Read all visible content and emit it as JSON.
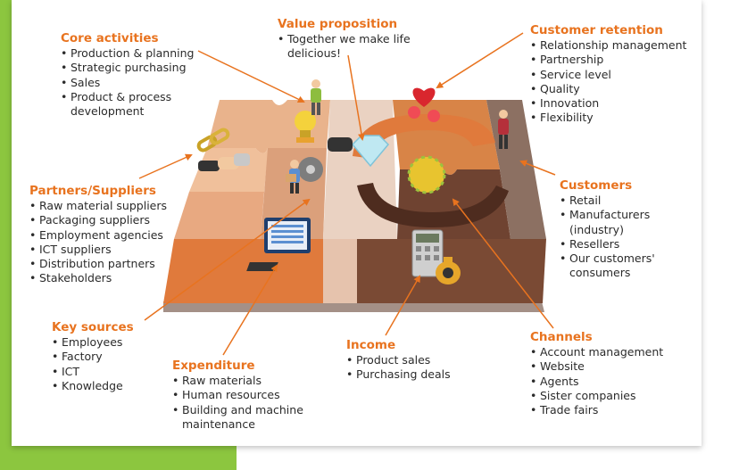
{
  "colors": {
    "accent_orange": "#e8731f",
    "green_band": "#8cc63f",
    "light_peach": "#e9b38c",
    "mid_orange": "#d88447",
    "light_pink": "#e9c8b4",
    "dark_brown": "#7a4a34",
    "taupe": "#8c7062"
  },
  "icons": [
    "chain-link-icon",
    "handshake-icon",
    "lightbulb-icon",
    "gear-icon",
    "diamond-icon",
    "heart-icon",
    "globe-icon",
    "computer-monitor-icon",
    "calculator-icon",
    "money-bag-icon",
    "person-figure-icon"
  ],
  "blocks": {
    "core_activities": {
      "title": "Core activities",
      "items": [
        "Production & planning",
        "Strategic purchasing",
        "Sales",
        "Product & process",
        "development"
      ]
    },
    "value_proposition": {
      "title": "Value proposition",
      "items": [
        "Together we make life",
        "delicious!"
      ]
    },
    "customer_retention": {
      "title": "Customer retention",
      "items": [
        "Relationship management",
        "Partnership",
        "Service level",
        "Quality",
        "Innovation",
        "Flexibility"
      ]
    },
    "partners_suppliers": {
      "title": "Partners/Suppliers",
      "items": [
        "Raw material suppliers",
        "Packaging suppliers",
        "Employment agencies",
        "ICT suppliers",
        "Distribution partners",
        "Stakeholders"
      ]
    },
    "customers": {
      "title": "Customers",
      "items": [
        "Retail",
        "Manufacturers",
        "(industry)",
        "Resellers",
        "Our customers'",
        "consumers"
      ]
    },
    "key_sources": {
      "title": "Key sources",
      "items": [
        "Employees",
        "Factory",
        "ICT",
        "Knowledge"
      ]
    },
    "expenditure": {
      "title": "Expenditure",
      "items": [
        "Raw materials",
        "Human resources",
        "Building and machine",
        "maintenance"
      ]
    },
    "income": {
      "title": "Income",
      "items": [
        "Product sales",
        "Purchasing deals"
      ]
    },
    "channels": {
      "title": "Channels",
      "items": [
        "Account management",
        "Website",
        "Agents",
        "Sister companies",
        "Trade fairs"
      ]
    }
  }
}
